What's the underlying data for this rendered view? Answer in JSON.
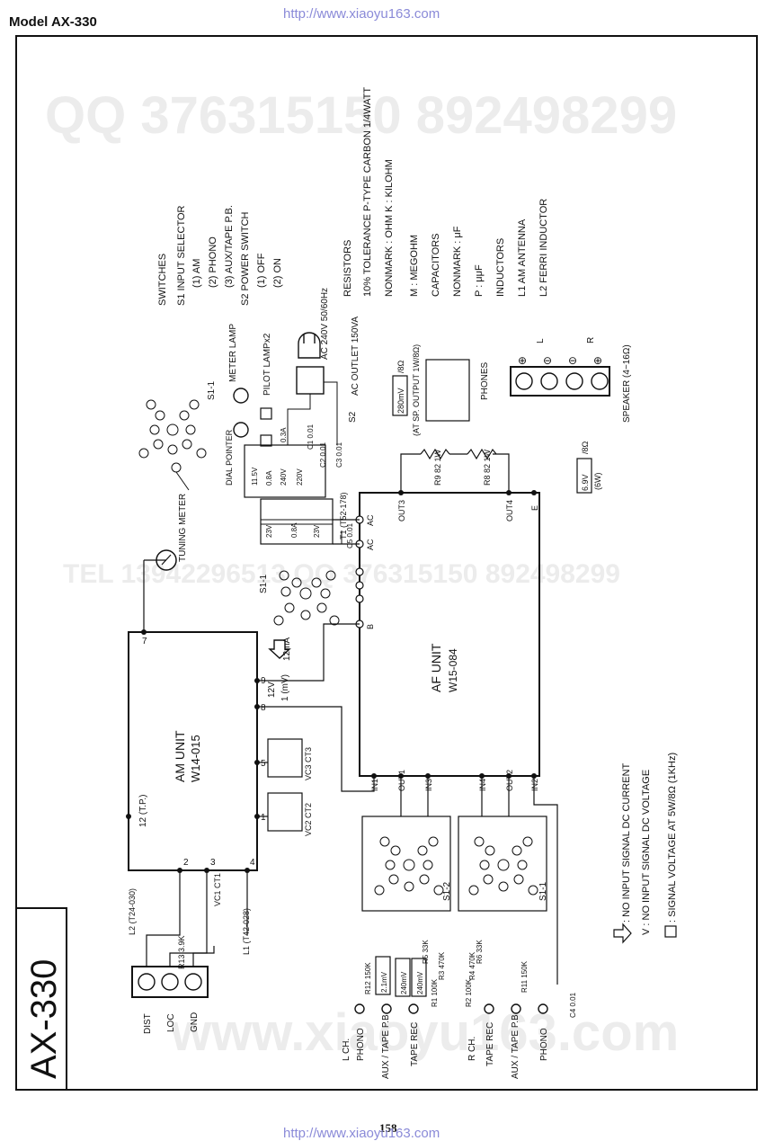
{
  "header": {
    "model": "Model  AX-330",
    "url_top": "http://www.xiaoyu163.com"
  },
  "footer": {
    "page": "158",
    "url_bottom": "http://www.xiaoyu163.com"
  },
  "watermarks": {
    "top": "QQ 376315150   892498299",
    "middle": "TEL 13942296513   QQ 376315150  892498299",
    "bottom": "www.xiaoyu163.com"
  },
  "title_block": {
    "model": "AX-330"
  },
  "legend": {
    "switches": {
      "heading": "SWITCHES",
      "lines": [
        "S1 INPUT SELECTOR",
        "(1) AM",
        "(2) PHONO",
        "(3) AUX/TAPE P.B.",
        "S2 POWER SWITCH",
        "(1) OFF",
        "(2) ON"
      ]
    },
    "resistors": {
      "heading": "RESISTORS",
      "lines": [
        "10% TOLERANCE  P-TYPE CARBON 1/4WATT",
        "NONMARK : OHM      K : KILOHM",
        "M : MEGOHM"
      ]
    },
    "capacitors": {
      "heading": "CAPACITORS",
      "lines": [
        "NONMARK : μF",
        "P : μμF"
      ]
    },
    "inductors": {
      "heading": "INDUCTORS",
      "lines": [
        "L1  AM ANTENNA",
        "L2  FERRI INDUCTOR"
      ]
    }
  },
  "units": {
    "am": {
      "name": "AM UNIT",
      "code": "W14-015",
      "pin12": "12 (T.P.)",
      "pins": [
        "1",
        "2",
        "3",
        "4",
        "5",
        "7",
        "8",
        "9"
      ]
    },
    "af": {
      "name": "AF UNIT",
      "code": "W15-084",
      "pins": [
        "IN1",
        "OUT1",
        "IN3",
        "IN4",
        "OUT2",
        "IN2",
        "OUT3",
        "OUT4",
        "E",
        "AC",
        "AC",
        "B"
      ]
    }
  },
  "components": {
    "tuning_meter": "TUNING METER",
    "meter_lamp": "METER LAMP",
    "pilot_lamp": "PILOT LAMPx2",
    "dial_pointer": "DIAL POINTER",
    "ac_plug": "AC 240V 50/60Hz",
    "ac_outlet": "AC OUTLET 150VA",
    "transformer": "T1 (T52-178)",
    "phones": "PHONES",
    "speaker": "SPEAKER (4~16Ω)",
    "speaker_l": "L",
    "speaker_r": "R",
    "sp_output": "(AT SP. OUTPUT 1W/8Ω)",
    "s2": "S2",
    "s1_1": "S1-1",
    "s1_2": "S1-2",
    "l1": "L1 (T42-028)",
    "l2": "L2 (T24-030)",
    "r13": "R13 3.9K",
    "r9": "R9 82 1W",
    "r8": "R8 82 1W",
    "r5": "R5 33K",
    "r6": "R6 33K",
    "r3": "R3 470K",
    "r4": "R4 470K",
    "r1": "R1 100K",
    "r2": "R2 100K",
    "r12": "R12 150K",
    "r11": "R11 150K",
    "c4": "C4 0.01",
    "c5": "C5 0.01",
    "c1": "C1 0.01",
    "c2": "C2 0.01",
    "c3": "C3 0.01",
    "vc1": "VC1 CT1",
    "vc2": "VC2 CT2",
    "vc3": "VC3 CT3",
    "fuse1": "0.3A",
    "fuse2": "0.8A",
    "v_11_5": "11.5V",
    "v_240": "240V",
    "v_220": "220V",
    "v_23a": "23V",
    "v_23b": "23V",
    "fuse3": "0.8A",
    "pin9_label": "12V",
    "pin8_label": "1 (mV)",
    "current": "12mA",
    "sig_280": "280mV",
    "sig_280_load": "/8Ω",
    "sig_69": "6.9V",
    "sig_69_load": "/8Ω",
    "sig_69_w": "(6W)",
    "sig_2_1": "2.1mV",
    "sig_240a": "240mV",
    "sig_240b": "240mV"
  },
  "terminals": {
    "antenna": [
      "DIST",
      "LOC",
      "GND"
    ],
    "left_inputs": [
      "L CH.",
      "PHONO",
      "AUX / TAPE P.B.",
      "TAPE REC"
    ],
    "right_inputs": [
      "R CH.",
      "TAPE REC",
      "AUX / TAPE P.B.",
      "PHONO"
    ]
  },
  "notes": [
    ": NO INPUT SIGNAL DC CURRENT",
    "V : NO INPUT SIGNAL DC VOLTAGE",
    ": SIGNAL VOLTAGE AT 5W/8Ω (1KHz)"
  ]
}
